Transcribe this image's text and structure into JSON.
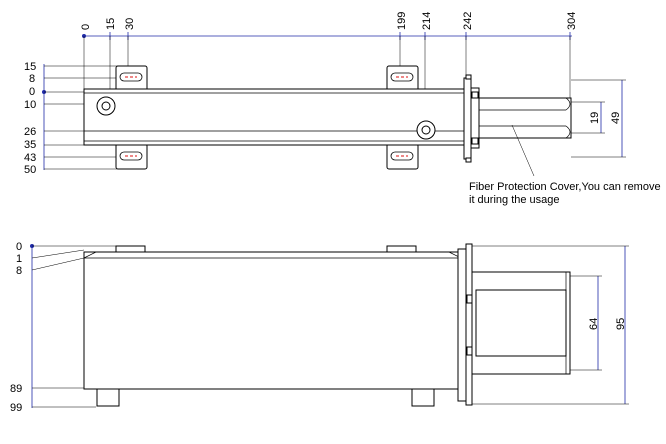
{
  "top_view": {
    "top_dims": [
      "0",
      "15",
      "30",
      "199",
      "214",
      "242",
      "304"
    ],
    "left_dims": [
      "15",
      "8",
      "0",
      "10",
      "26",
      "35",
      "43",
      "50"
    ],
    "right_dims": {
      "inner": "19",
      "outer": "49"
    }
  },
  "note": {
    "line1": "Fiber Protection Cover,You can remove",
    "line2": "it during the usage"
  },
  "side_view": {
    "left_dims": [
      "0",
      "1",
      "8",
      "89",
      "99"
    ],
    "right_dims": {
      "inner": "64",
      "outer": "95"
    }
  },
  "colors": {
    "dimension": "#1f2aa8",
    "marker": "#d11111",
    "outline": "#000000"
  }
}
